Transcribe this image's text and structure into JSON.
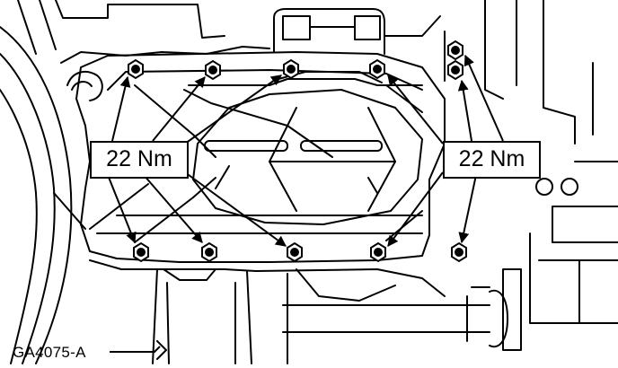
{
  "figure": {
    "torque_label_left": "22 Nm",
    "torque_label_right": "22 Nm",
    "figure_id": "GA4075-A"
  },
  "colors": {
    "ink": "#000000",
    "paper": "#ffffff"
  },
  "bolts": {
    "top_row": 6,
    "bottom_row": 5,
    "icon": "hex-bolt-icon"
  }
}
